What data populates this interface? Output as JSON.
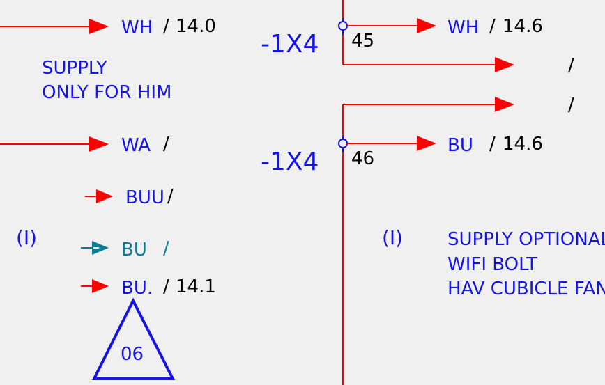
{
  "colors": {
    "wire": "#ff0000",
    "label_blue": "#1414e6",
    "label_black": "#000000",
    "label_teal": "#0f7a96",
    "background": "#f0f0f0"
  },
  "left": {
    "signals": [
      {
        "name": "WH",
        "slash": "/",
        "ref": "14.0"
      },
      {
        "name": "WA",
        "slash": "/",
        "ref": ""
      },
      {
        "name": "BUU",
        "slash": "/",
        "ref": ""
      },
      {
        "name": "BU",
        "slash": "/",
        "ref": ""
      },
      {
        "name": "BU.",
        "slash": "/",
        "ref": "14.1"
      }
    ],
    "note_lines": [
      "SUPPLY",
      "ONLY FOR HIM"
    ],
    "marker": "(I)",
    "triangle_label": "06"
  },
  "right": {
    "connectors": [
      {
        "name": "-1X4",
        "terminal": "45"
      },
      {
        "name": "-1X4",
        "terminal": "46"
      }
    ],
    "signals": [
      {
        "name": "WH",
        "slash": "/",
        "ref": "14.6"
      },
      {
        "name": "",
        "slash": "/",
        "ref": ""
      },
      {
        "name": "",
        "slash": "/",
        "ref": ""
      },
      {
        "name": "BU",
        "slash": "/",
        "ref": "14.6"
      }
    ],
    "marker": "(I)",
    "note_lines": [
      "SUPPLY OPTIONAL",
      "WIFI BOLT",
      "HAV CUBICLE FAN"
    ]
  }
}
